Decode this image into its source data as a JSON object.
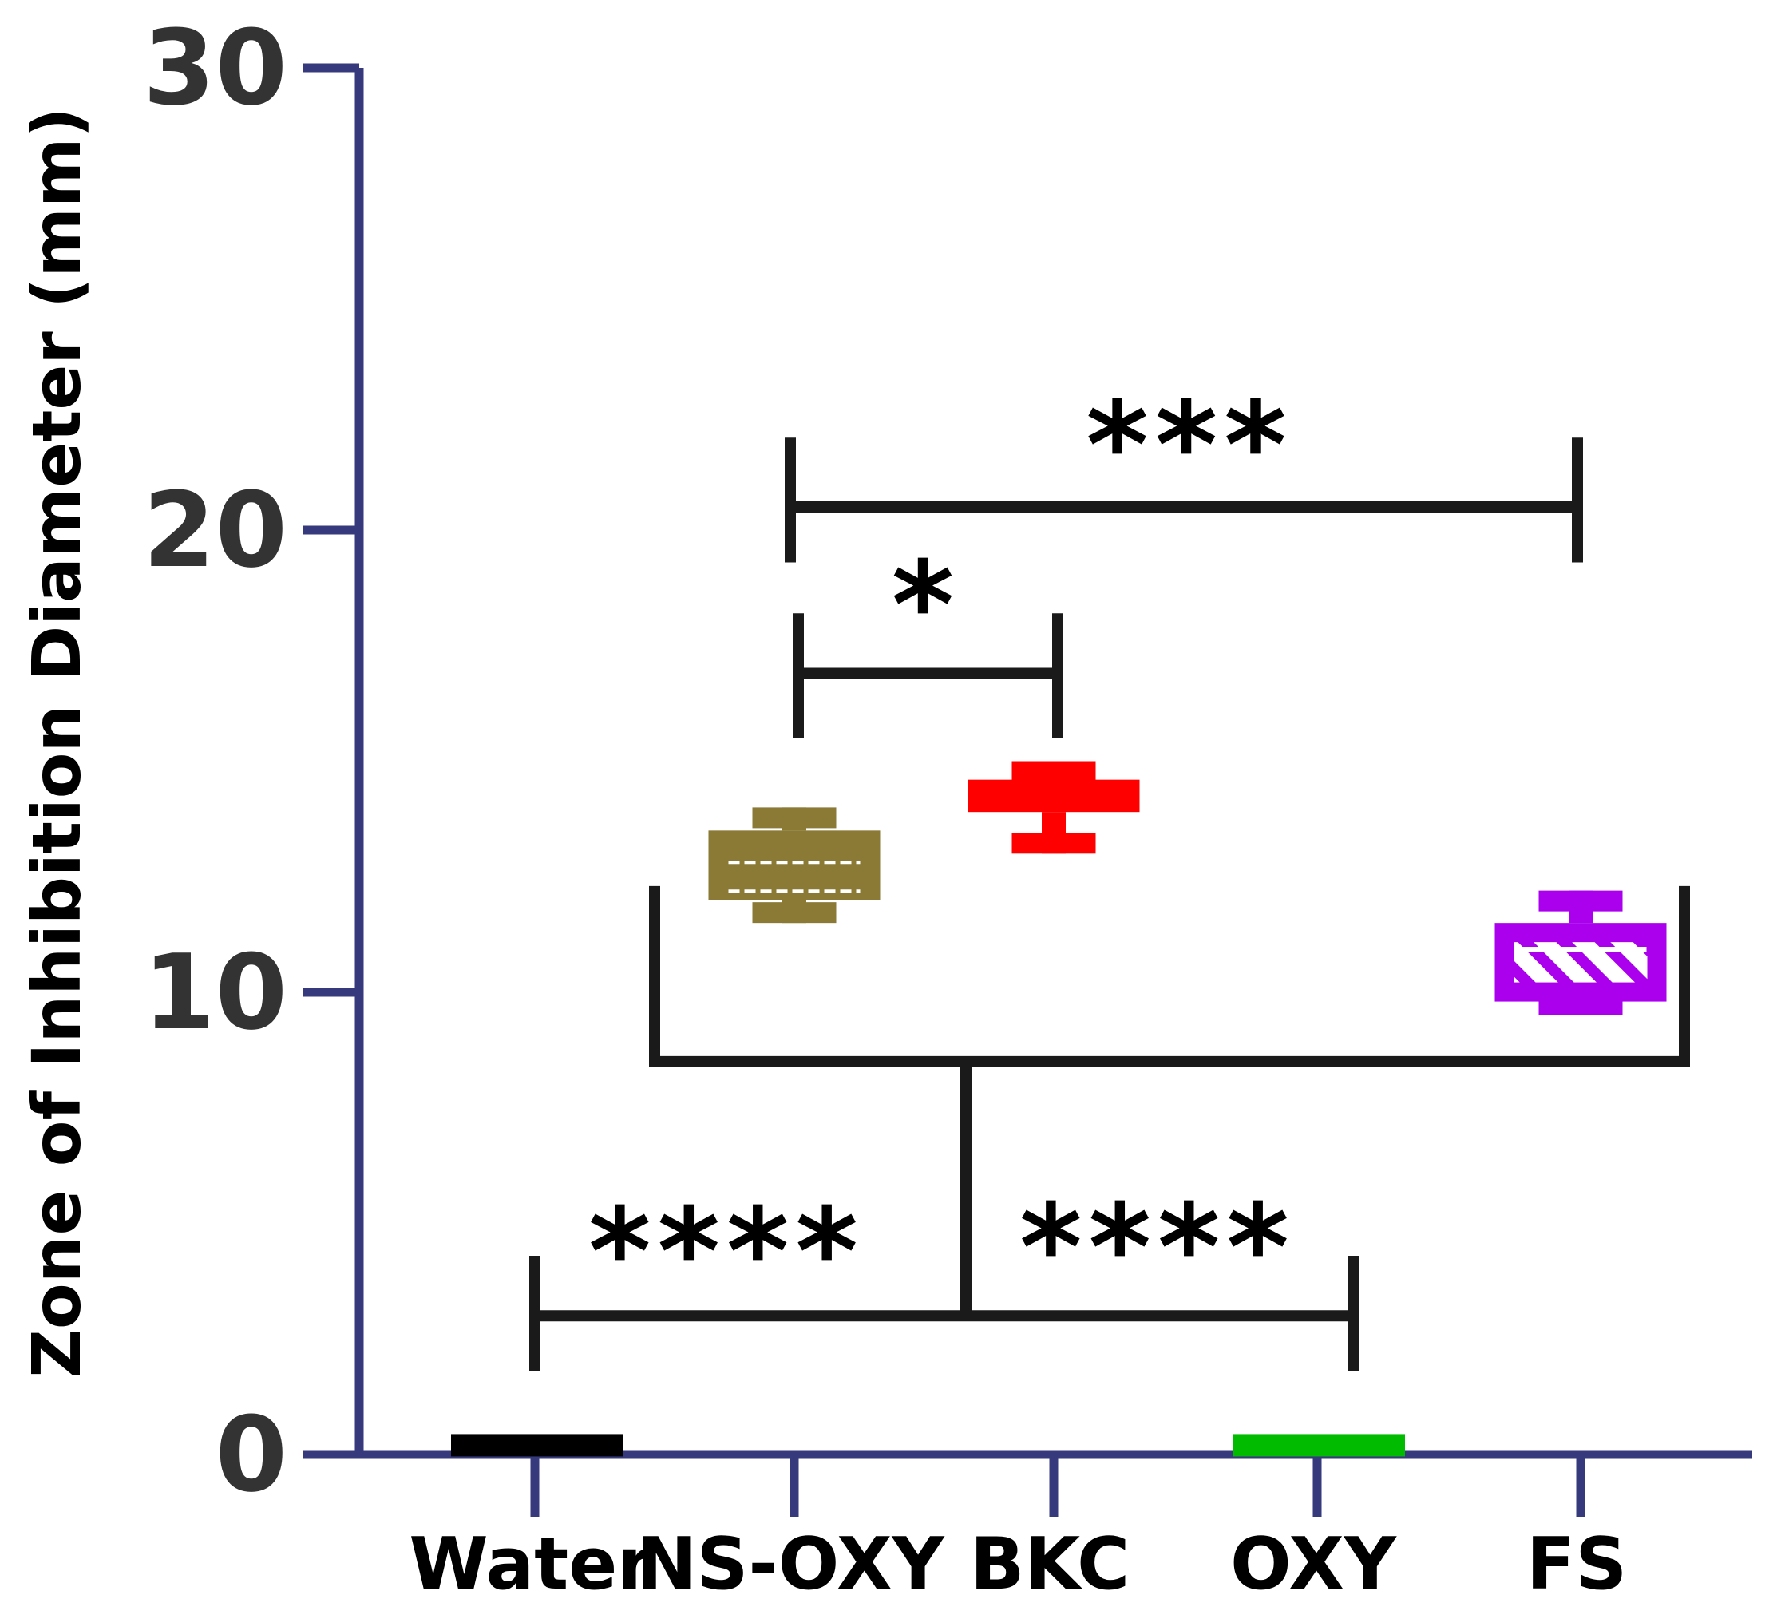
{
  "chart_data": {
    "type": "box",
    "ylabel": "Zone of Inhibition Diameter (mm)",
    "xlabel": "",
    "ylim": [
      0,
      30
    ],
    "y_ticks": [
      0,
      10,
      20,
      30
    ],
    "categories": [
      "Water",
      "NS-OXY",
      "BKC",
      "OXY",
      "FS"
    ],
    "series": [
      {
        "category": "Water",
        "min": 0.2,
        "q1": 0.2,
        "median": 0.2,
        "q3": 0.2,
        "max": 0.2,
        "color": "#000000",
        "pattern": "solid"
      },
      {
        "category": "NS-OXY",
        "min": 11.5,
        "q1": 12.0,
        "median": 12.5,
        "q3": 13.5,
        "max": 14.0,
        "color": "#8A7A35",
        "pattern": "dashed-lines"
      },
      {
        "category": "BKC",
        "min": 13.0,
        "q1": 13.9,
        "median": 14.2,
        "q3": 14.6,
        "max": 15.0,
        "color": "#FF0000",
        "pattern": "solid"
      },
      {
        "category": "OXY",
        "min": 0.2,
        "q1": 0.2,
        "median": 0.2,
        "q3": 0.2,
        "max": 0.2,
        "color": "#00BB00",
        "pattern": "solid"
      },
      {
        "category": "FS",
        "min": 9.5,
        "q1": 9.8,
        "median": 10.5,
        "q3": 11.5,
        "max": 12.2,
        "color": "#AA00EE",
        "pattern": "hatched"
      }
    ],
    "significance": [
      {
        "label": "***",
        "from": "NS-OXY",
        "to": "FS"
      },
      {
        "label": "*",
        "from": "NS-OXY",
        "to": "BKC"
      },
      {
        "label": "****",
        "from": "Water",
        "to": "NS-OXY/BKC/FS group"
      },
      {
        "label": "****",
        "from": "NS-OXY/BKC/FS group",
        "to": "OXY"
      }
    ],
    "colors": {
      "axis": "#363A7C",
      "bracket": "#1A1A1A",
      "tick_text": "#333333"
    }
  }
}
